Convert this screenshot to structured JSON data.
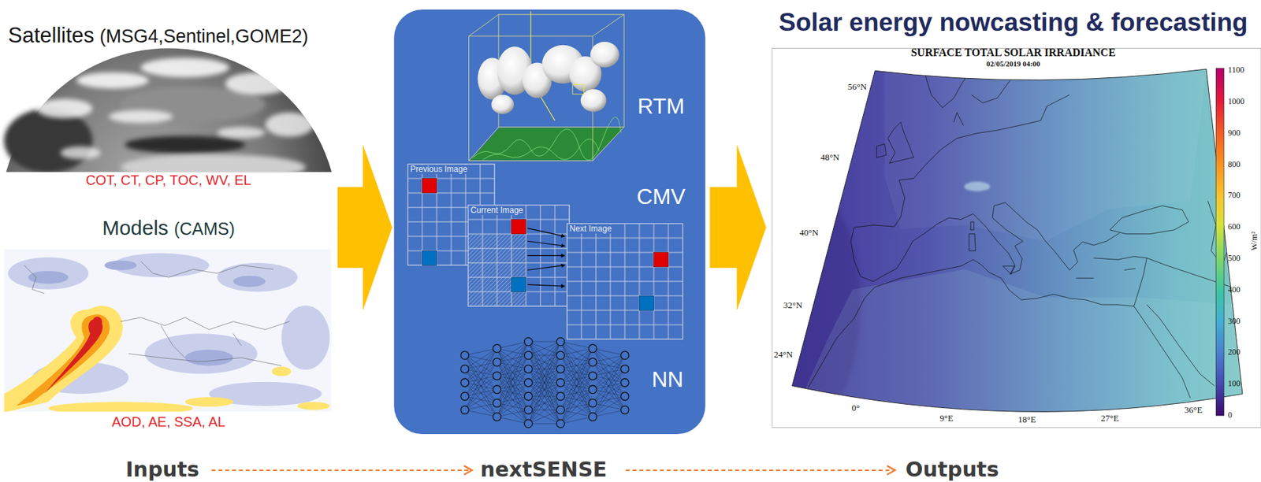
{
  "diagram": {
    "nodes": [
      {
        "text": [
          "Satellites",
          "(MSG4,Sentinel,GOME2)",
          "COT, CT, CP, TOC, WV, EL"
        ]
      },
      {
        "text": [
          "Models",
          "(CAMS)",
          "AOD, AE, SSA, AL"
        ]
      },
      {
        "text": [
          "RTM",
          "CMV",
          "NN"
        ]
      },
      {
        "text": [
          "Previous Image"
        ],
        "in": 2
      },
      {
        "text": [
          "Current Image"
        ],
        "in": 2
      },
      {
        "text": [
          "Next Image"
        ],
        "in": 2
      },
      {
        "text": [
          "Solar energy nowcasting & forecasting",
          "SURFACE TOTAL SOLAR IRRADIANCE",
          "02/05/2019 04:00"
        ]
      }
    ],
    "edges": [
      {
        "from": 0,
        "to": 2,
        "arrow": "to"
      },
      {
        "from": 1,
        "to": 2,
        "arrow": "to"
      },
      {
        "from": 2,
        "to": 6,
        "arrow": "to"
      }
    ],
    "labels": [
      "56°N",
      "48°N",
      "40°N",
      "32°N",
      "24°N",
      "0°",
      "9°E",
      "18°E",
      "27°E",
      "36°E",
      "1100",
      "1000",
      "900",
      "800",
      "700",
      "600",
      "500",
      "400",
      "300",
      "200",
      "100",
      "0",
      "W/m²",
      "Inputs",
      "nextSENSE",
      "Outputs"
    ]
  }
}
